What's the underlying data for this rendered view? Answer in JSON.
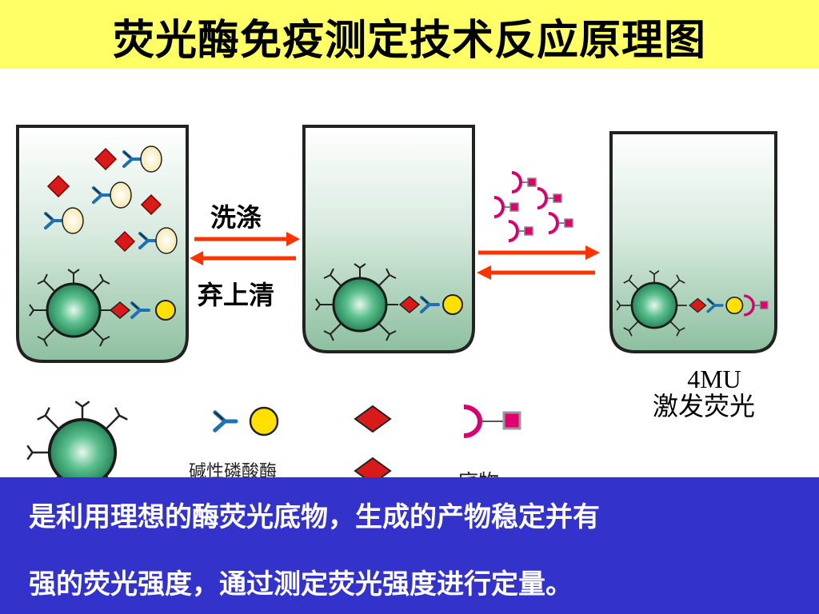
{
  "title": "荧光酶免疫测定技术反应原理图",
  "steps": {
    "wash_label": "洗涤",
    "discard_label": "弃上清"
  },
  "product": {
    "label_line1": "4MU",
    "label_line2": "激发荧光"
  },
  "legend": {
    "enzyme_label": "碱性磷酸酶",
    "substrate_label": "底物"
  },
  "caption": {
    "line1": "是利用理想的酶荧光底物，生成的产物稳定并有",
    "line2": "强的荧光强度，通过测定荧光强度进行定量。"
  },
  "colors": {
    "title_bg": "#ffff66",
    "caption_bg": "#3333cc",
    "arrow": "#ff3300",
    "bead": "#2f9e6e",
    "antibody": "#1f6fb5",
    "enzyme": "#ffe000",
    "antigen": "#d91a1a",
    "substrate": "#d6006e"
  }
}
